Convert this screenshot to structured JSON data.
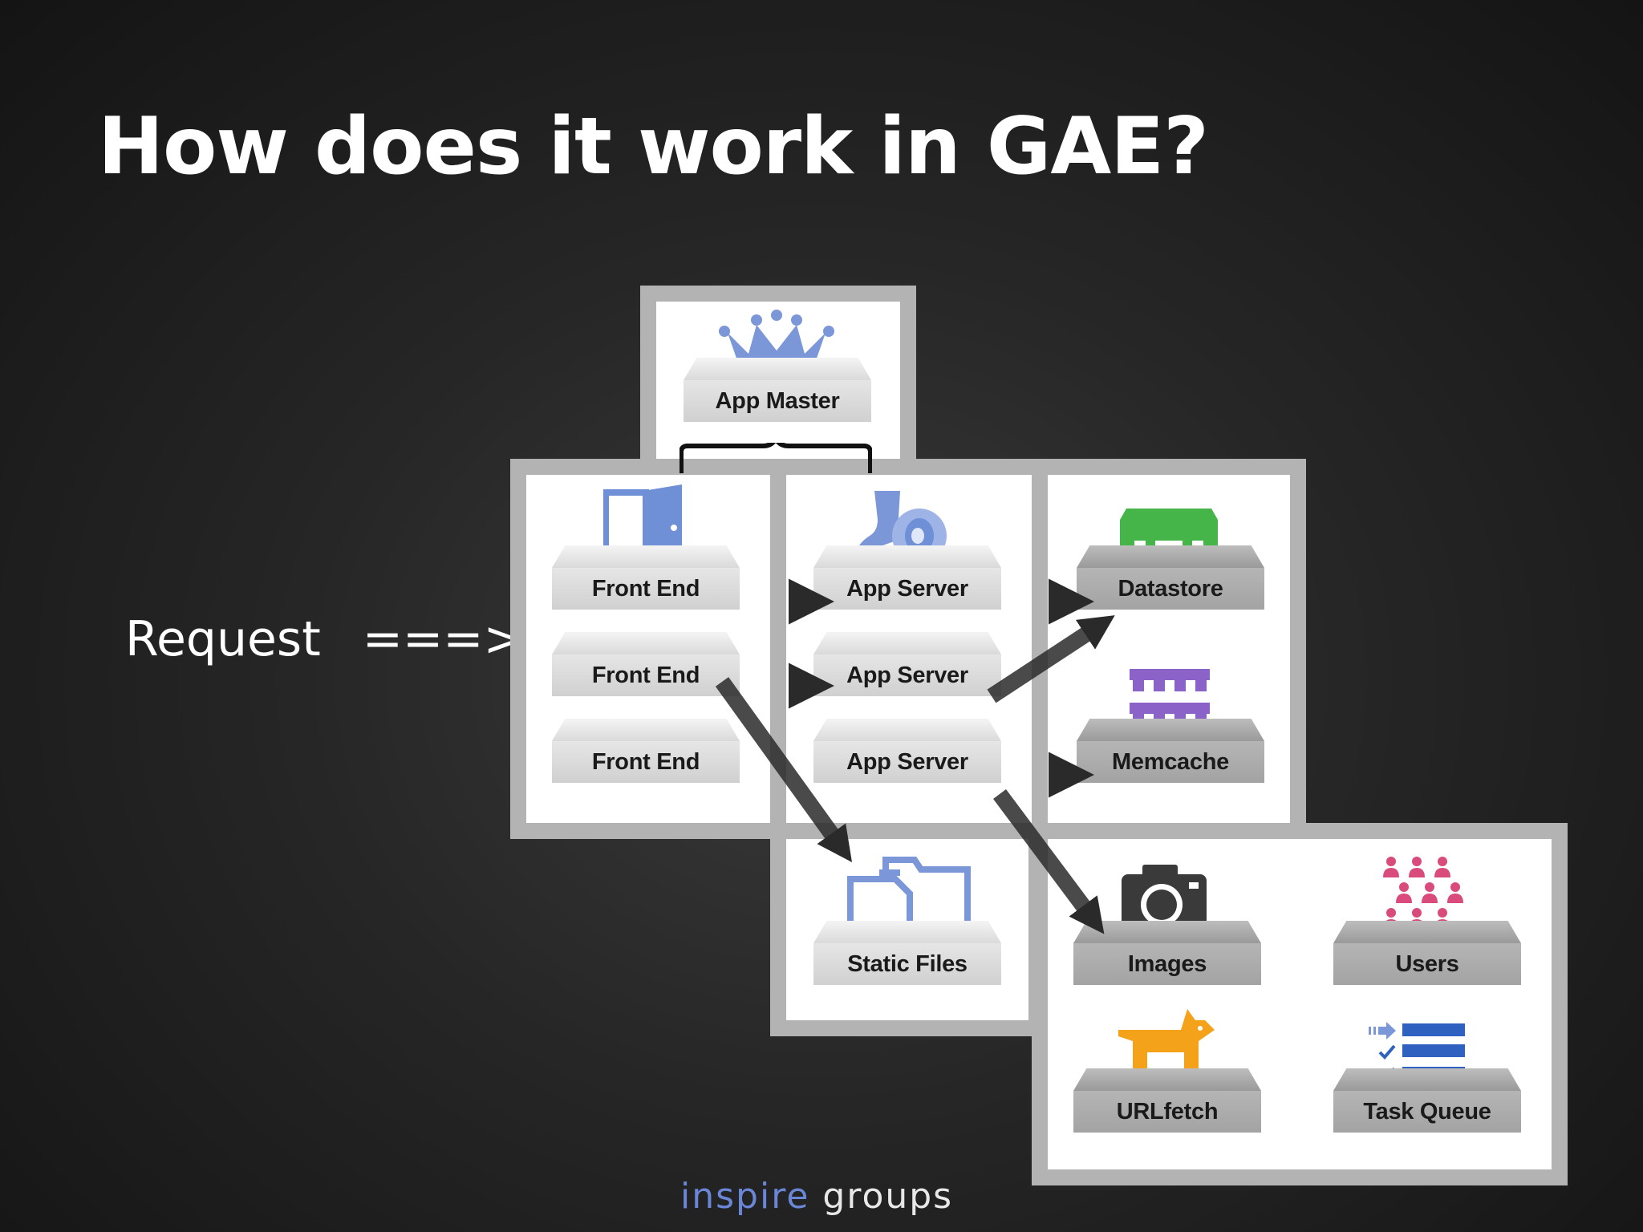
{
  "slide": {
    "title": "How does it work in GAE?"
  },
  "request": {
    "label": "Request",
    "arrow": "===>"
  },
  "diagram": {
    "app_master": "App Master",
    "front_ends": [
      "Front End",
      "Front End",
      "Front End"
    ],
    "app_servers": [
      "App Server",
      "App Server",
      "App Server"
    ],
    "datastore": "Datastore",
    "memcache": "Memcache",
    "static_files": "Static Files",
    "images": "Images",
    "users": "Users",
    "urlfetch": "URLfetch",
    "task_queue": "Task Queue"
  },
  "colors": {
    "crown": "#7b97d8",
    "door": "#6f8fd6",
    "datastore": "#45b549",
    "memcache": "#8a62c8",
    "dog": "#f5a21b",
    "users": "#d94b7a",
    "task_queue": "#2f62c0"
  },
  "footer": {
    "brand_part1": "inspire",
    "brand_part2": "groups"
  }
}
